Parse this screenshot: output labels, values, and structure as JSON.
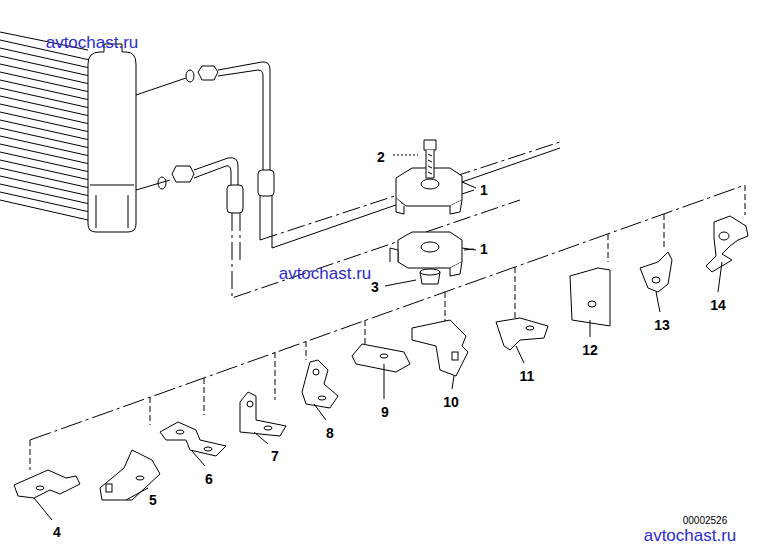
{
  "diagram": {
    "labels": [
      "avtochast.ru",
      "2",
      "1",
      "1",
      "avtochast.ru",
      "3",
      "14",
      "13",
      "12",
      "11",
      "10",
      "9",
      "8",
      "7",
      "6",
      "5",
      "4",
      "avtochast.ru",
      "00002526"
    ]
  }
}
